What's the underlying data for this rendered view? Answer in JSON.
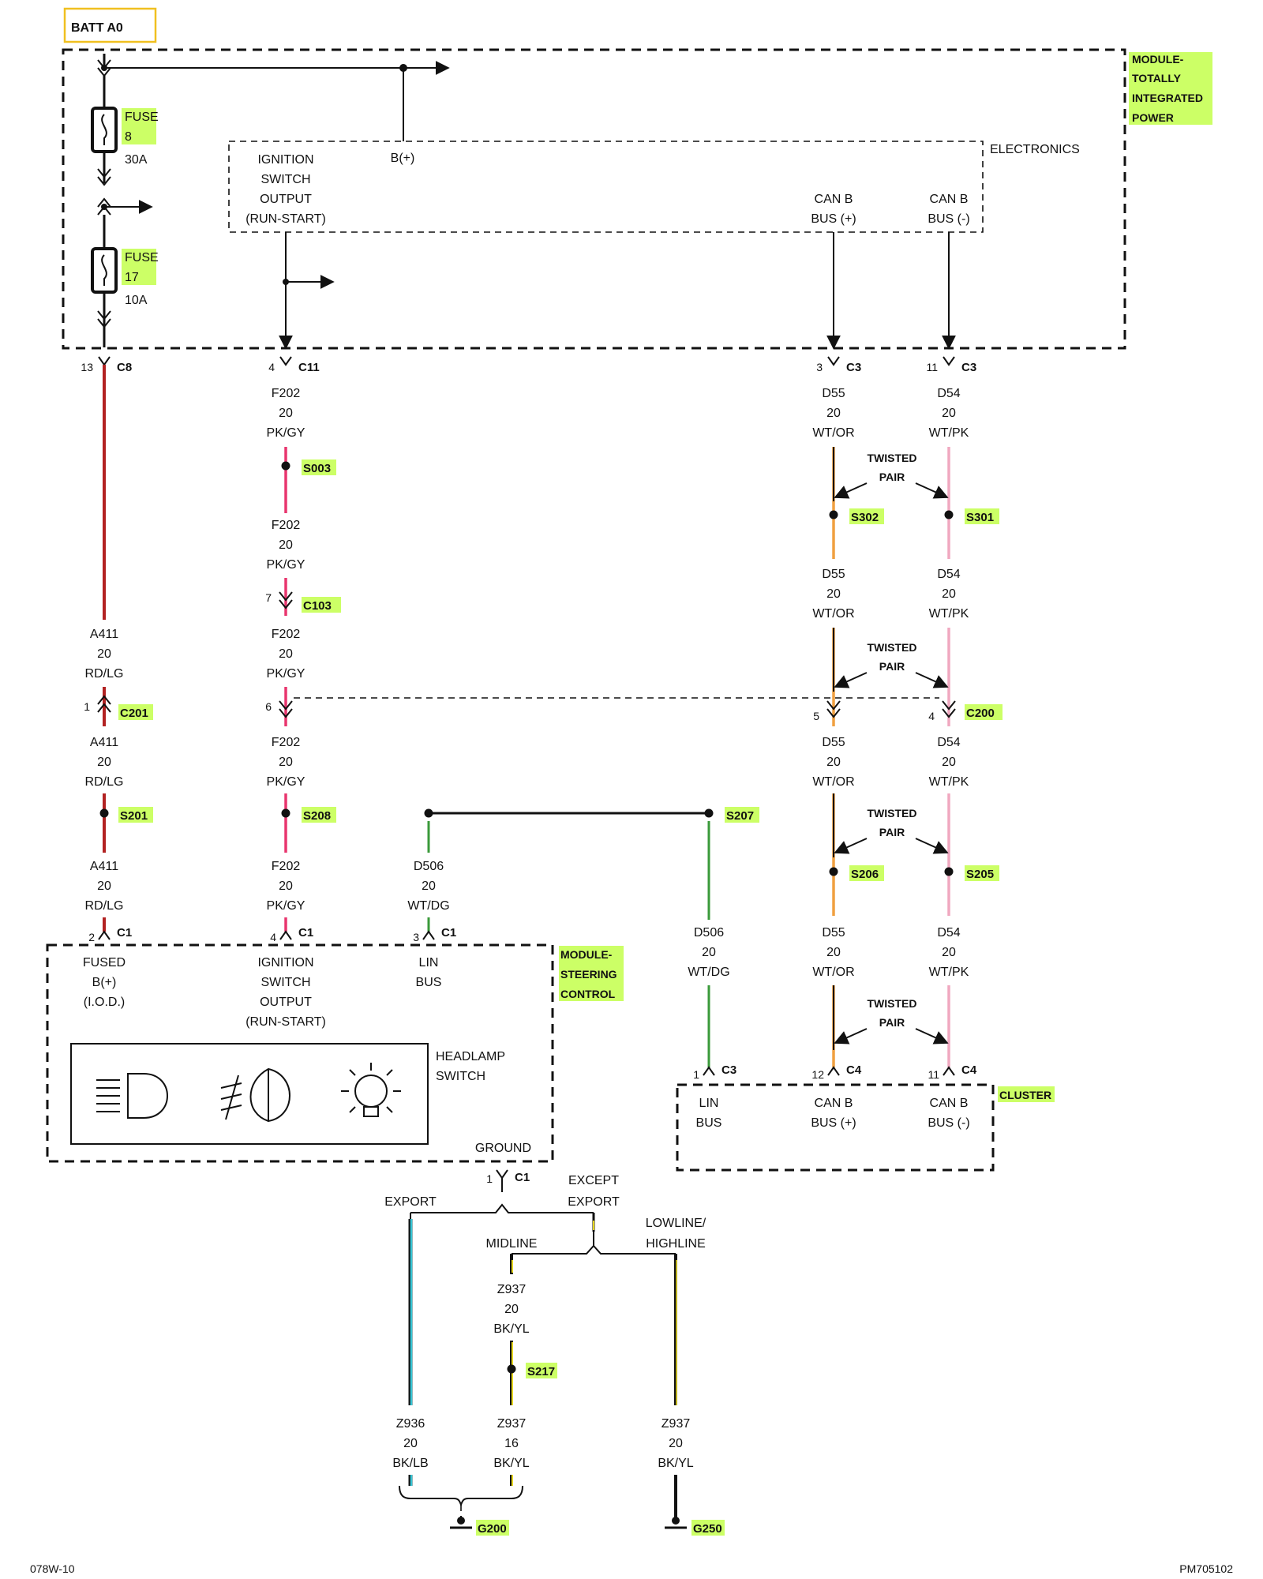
{
  "batt": "BATT A0",
  "tipm": {
    "l1": "MODULE-",
    "l2": "TOTALLY",
    "l3": "INTEGRATED",
    "l4": "POWER",
    "l5": "ELECTRONICS"
  },
  "fuse8": {
    "label": "FUSE",
    "num": "8",
    "amp": "30A"
  },
  "fuse17": {
    "label": "FUSE",
    "num": "17",
    "amp": "10A"
  },
  "ign_out": {
    "l1": "IGNITION",
    "l2": "SWITCH",
    "l3": "OUTPUT",
    "l4": "(RUN-START)"
  },
  "bplus": "B(+)",
  "canb_plus": {
    "l1": "CAN B",
    "l2": "BUS (+)"
  },
  "canb_minus": {
    "l1": "CAN B",
    "l2": "BUS (-)"
  },
  "connectors": {
    "c8_13": {
      "pin": "13",
      "name": "C8"
    },
    "c11_4": {
      "pin": "4",
      "name": "C11"
    },
    "c3_3": {
      "pin": "3",
      "name": "C3"
    },
    "c3_11": {
      "pin": "11",
      "name": "C3"
    },
    "c103_7": {
      "pin": "7",
      "name": "C103"
    },
    "c201_1": {
      "pin": "1",
      "name": "C201"
    },
    "c200_6": {
      "pin": "6"
    },
    "c200_5": {
      "pin": "5"
    },
    "c200_4": {
      "pin": "4",
      "name": "C200"
    },
    "c1_2": {
      "pin": "2",
      "name": "C1"
    },
    "c1_4": {
      "pin": "4",
      "name": "C1"
    },
    "c1_3": {
      "pin": "3",
      "name": "C1"
    },
    "cl_c3_1": {
      "pin": "1",
      "name": "C3"
    },
    "cl_c4_12": {
      "pin": "12",
      "name": "C4"
    },
    "cl_c4_11": {
      "pin": "11",
      "name": "C4"
    },
    "gnd_c1_1": {
      "pin": "1",
      "name": "C1"
    }
  },
  "wire_labels": {
    "f202_a": {
      "circuit": "F202",
      "gauge": "20",
      "color": "PK/GY"
    },
    "f202_b": {
      "circuit": "F202",
      "gauge": "20",
      "color": "PK/GY"
    },
    "f202_c": {
      "circuit": "F202",
      "gauge": "20",
      "color": "PK/GY"
    },
    "f202_d": {
      "circuit": "F202",
      "gauge": "20",
      "color": "PK/GY"
    },
    "f202_e": {
      "circuit": "F202",
      "gauge": "20",
      "color": "PK/GY"
    },
    "a411_a": {
      "circuit": "A411",
      "gauge": "20",
      "color": "RD/LG"
    },
    "a411_b": {
      "circuit": "A411",
      "gauge": "20",
      "color": "RD/LG"
    },
    "a411_c": {
      "circuit": "A411",
      "gauge": "20",
      "color": "RD/LG"
    },
    "d55_a": {
      "circuit": "D55",
      "gauge": "20",
      "color": "WT/OR"
    },
    "d55_b": {
      "circuit": "D55",
      "gauge": "20",
      "color": "WT/OR"
    },
    "d55_c": {
      "circuit": "D55",
      "gauge": "20",
      "color": "WT/OR"
    },
    "d55_d": {
      "circuit": "D55",
      "gauge": "20",
      "color": "WT/OR"
    },
    "d54_a": {
      "circuit": "D54",
      "gauge": "20",
      "color": "WT/PK"
    },
    "d54_b": {
      "circuit": "D54",
      "gauge": "20",
      "color": "WT/PK"
    },
    "d54_c": {
      "circuit": "D54",
      "gauge": "20",
      "color": "WT/PK"
    },
    "d54_d": {
      "circuit": "D54",
      "gauge": "20",
      "color": "WT/PK"
    },
    "d506_a": {
      "circuit": "D506",
      "gauge": "20",
      "color": "WT/DG"
    },
    "d506_b": {
      "circuit": "D506",
      "gauge": "20",
      "color": "WT/DG"
    },
    "z937_a": {
      "circuit": "Z937",
      "gauge": "20",
      "color": "BK/YL"
    },
    "z937_b": {
      "circuit": "Z937",
      "gauge": "16",
      "color": "BK/YL"
    },
    "z937_c": {
      "circuit": "Z937",
      "gauge": "20",
      "color": "BK/YL"
    },
    "z936": {
      "circuit": "Z936",
      "gauge": "20",
      "color": "BK/LB"
    }
  },
  "splices": {
    "s003": "S003",
    "s302": "S302",
    "s301": "S301",
    "s201": "S201",
    "s208": "S208",
    "s207": "S207",
    "s206": "S206",
    "s205": "S205",
    "s217": "S217"
  },
  "twisted_pair": {
    "l1": "TWISTED",
    "l2": "PAIR"
  },
  "scm": {
    "l1": "MODULE-",
    "l2": "STEERING",
    "l3": "CONTROL"
  },
  "scm_pins": {
    "fused": {
      "l1": "FUSED",
      "l2": "B(+)",
      "l3": "(I.O.D.)"
    },
    "ign": {
      "l1": "IGNITION",
      "l2": "SWITCH",
      "l3": "OUTPUT",
      "l4": "(RUN-START)"
    },
    "lin": {
      "l1": "LIN",
      "l2": "BUS"
    }
  },
  "headlamp": {
    "l1": "HEADLAMP",
    "l2": "SWITCH"
  },
  "ground_label": "GROUND",
  "cluster": {
    "title": "CLUSTER",
    "lin": {
      "l1": "LIN",
      "l2": "BUS"
    },
    "canp": {
      "l1": "CAN B",
      "l2": "BUS (+)"
    },
    "canm": {
      "l1": "CAN B",
      "l2": "BUS (-)"
    }
  },
  "ground_branch": {
    "export": "EXPORT",
    "except_l1": "EXCEPT",
    "except_l2": "EXPORT",
    "midline": "MIDLINE",
    "lowline_l1": "LOWLINE/",
    "lowline_l2": "HIGHLINE"
  },
  "grounds": {
    "g200": "G200",
    "g250": "G250"
  },
  "footer": {
    "left": "078W-10",
    "right": "PM705102"
  },
  "colors": {
    "rd_lg": "#b22222",
    "pk_gy": "#e8356e",
    "wt_or": "#f0a040",
    "wt_pk": "#f0a8c0",
    "wt_dg": "#3a9a3a",
    "bk_lb": "#38c8d8",
    "bk_yl": "#e8d820",
    "highlight": "#ccff66"
  }
}
